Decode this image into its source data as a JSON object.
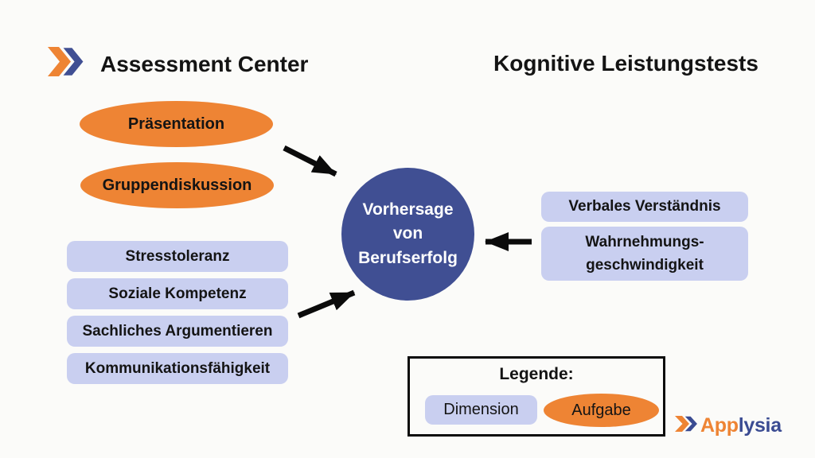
{
  "headers": {
    "left": "Assessment Center",
    "right": "Kognitive Leistungstests"
  },
  "tasks": {
    "t1": "Präsentation",
    "t2": "Gruppendiskussion"
  },
  "dimensions": {
    "d1": "Stresstoleranz",
    "d2": "Soziale Kompetenz",
    "d3": "Sachliches Argumentieren",
    "d4": "Kommunikationsfähigkeit"
  },
  "center_node": {
    "line1": "Vorhersage",
    "line2": "von",
    "line3": "Berufserfolg"
  },
  "cognitive_tests": {
    "c1": "Verbales Verständnis",
    "c2_line1": "Wahrnehmungs-",
    "c2_line2": "geschwindigkeit"
  },
  "legend": {
    "title": "Legende:",
    "dimension": "Dimension",
    "task": "Aufgabe"
  },
  "logo": {
    "text_orange": "App",
    "text_blue": "lysia"
  },
  "colors": {
    "orange": "#ee8434",
    "node_blue": "#404f93",
    "lavender": "#c9cff0",
    "logo_blue": "#3a4b92",
    "arrow_black": "#0b0b0b",
    "background": "#fbfbf9"
  }
}
